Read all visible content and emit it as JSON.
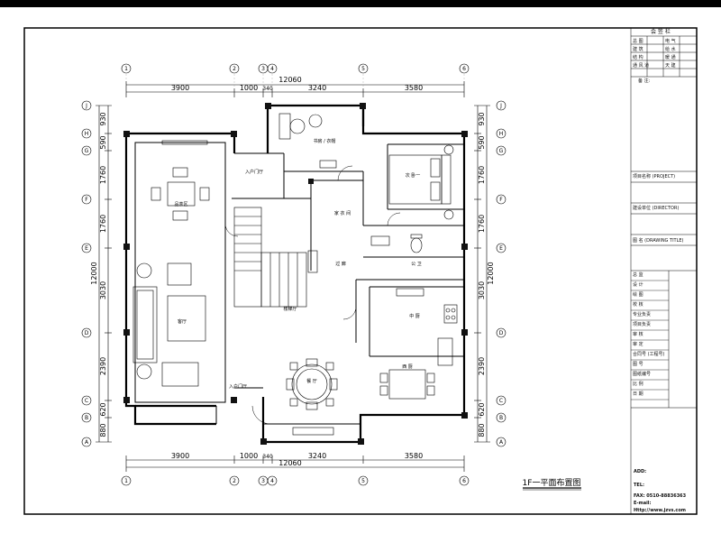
{
  "drawing": {
    "title_caption": "1F一平面布置图",
    "top_dims": [
      "3900",
      "1000",
      "340",
      "3240",
      "3580"
    ],
    "top_total": "12060",
    "bottom_dims": [
      "3900",
      "1000",
      "340",
      "3240",
      "3580"
    ],
    "bottom_total": "12060",
    "left_dims": [
      "930",
      "590",
      "1760",
      "1760",
      "3030",
      "2390",
      "620",
      "880"
    ],
    "left_total": "12000",
    "right_dims": [
      "930",
      "590",
      "1760",
      "1760",
      "3030",
      "2390",
      "620",
      "880"
    ],
    "right_total": "12000",
    "col_grid": [
      "1",
      "2",
      "3",
      "4",
      "5",
      "6"
    ],
    "row_grid": [
      "J",
      "H",
      "G",
      "F",
      "E",
      "D",
      "C",
      "B",
      "A"
    ],
    "rooms": {
      "living": "客厅",
      "tea": "品茶区",
      "foyer_top": "入户门厅",
      "foyer_bottom": "入户门厅",
      "stair": "楼梯厅",
      "corridor": "过 廊",
      "dining": "餐 厅",
      "kitchen": "中 厨",
      "kitchen_west": "西 厨",
      "bedroom": "次 卧一",
      "study": "书房 / 衣帽",
      "closet": "家 衣 间",
      "bath": "公 卫"
    }
  },
  "title_block": {
    "countersign": "会 签 栏",
    "sign_rows": [
      [
        "总 图",
        "电 气"
      ],
      [
        "建 筑",
        "给 水"
      ],
      [
        "结 构",
        "暖 通"
      ],
      [
        "通 风 道",
        "天 建"
      ]
    ],
    "remark": "备 注:",
    "project_name": "项目名称 (PROJECT)",
    "client": "建设单位 (DIRECTOR)",
    "drawing_name": "图 名 (DRAWING TITLE)",
    "roles": [
      "总 监",
      "设 计",
      "绘 图",
      "校 核",
      "专业负责",
      "项目负责",
      "审 核",
      "审 定",
      "合同号 (工程号)",
      "图 号",
      "图纸编号",
      "比 例",
      "日 期"
    ],
    "add_label": "ADD:",
    "tel_label": "TEL:",
    "fax_label": "FAX: 0510-88836363",
    "email_label": "E-mail:",
    "http_label": "Http://www.jzvs.com"
  }
}
